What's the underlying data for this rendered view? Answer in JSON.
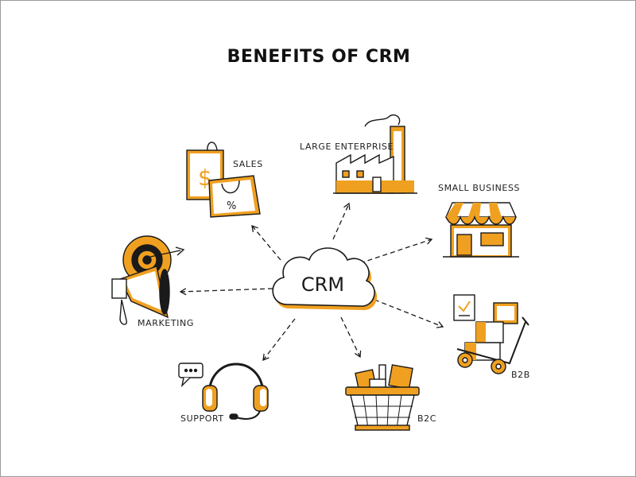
{
  "title": "BENEFITS OF CRM",
  "center": {
    "label": "CRM"
  },
  "nodes": [
    {
      "id": "sales",
      "label": "SALES",
      "icon": "shopping-bags-icon"
    },
    {
      "id": "large-enterprise",
      "label": "LARGE ENTERPRISE",
      "icon": "factory-icon"
    },
    {
      "id": "small-business",
      "label": "SMALL BUSINESS",
      "icon": "storefront-icon"
    },
    {
      "id": "marketing",
      "label": "MARKETING",
      "icon": "megaphone-target-icon"
    },
    {
      "id": "b2b",
      "label": "B2B",
      "icon": "hand-truck-icon"
    },
    {
      "id": "support",
      "label": "SUPPORT",
      "icon": "headset-icon"
    },
    {
      "id": "b2c",
      "label": "B2C",
      "icon": "basket-icon"
    }
  ],
  "colors": {
    "accent": "#F0A020",
    "ink": "#1a1a1a",
    "background": "#ffffff"
  }
}
